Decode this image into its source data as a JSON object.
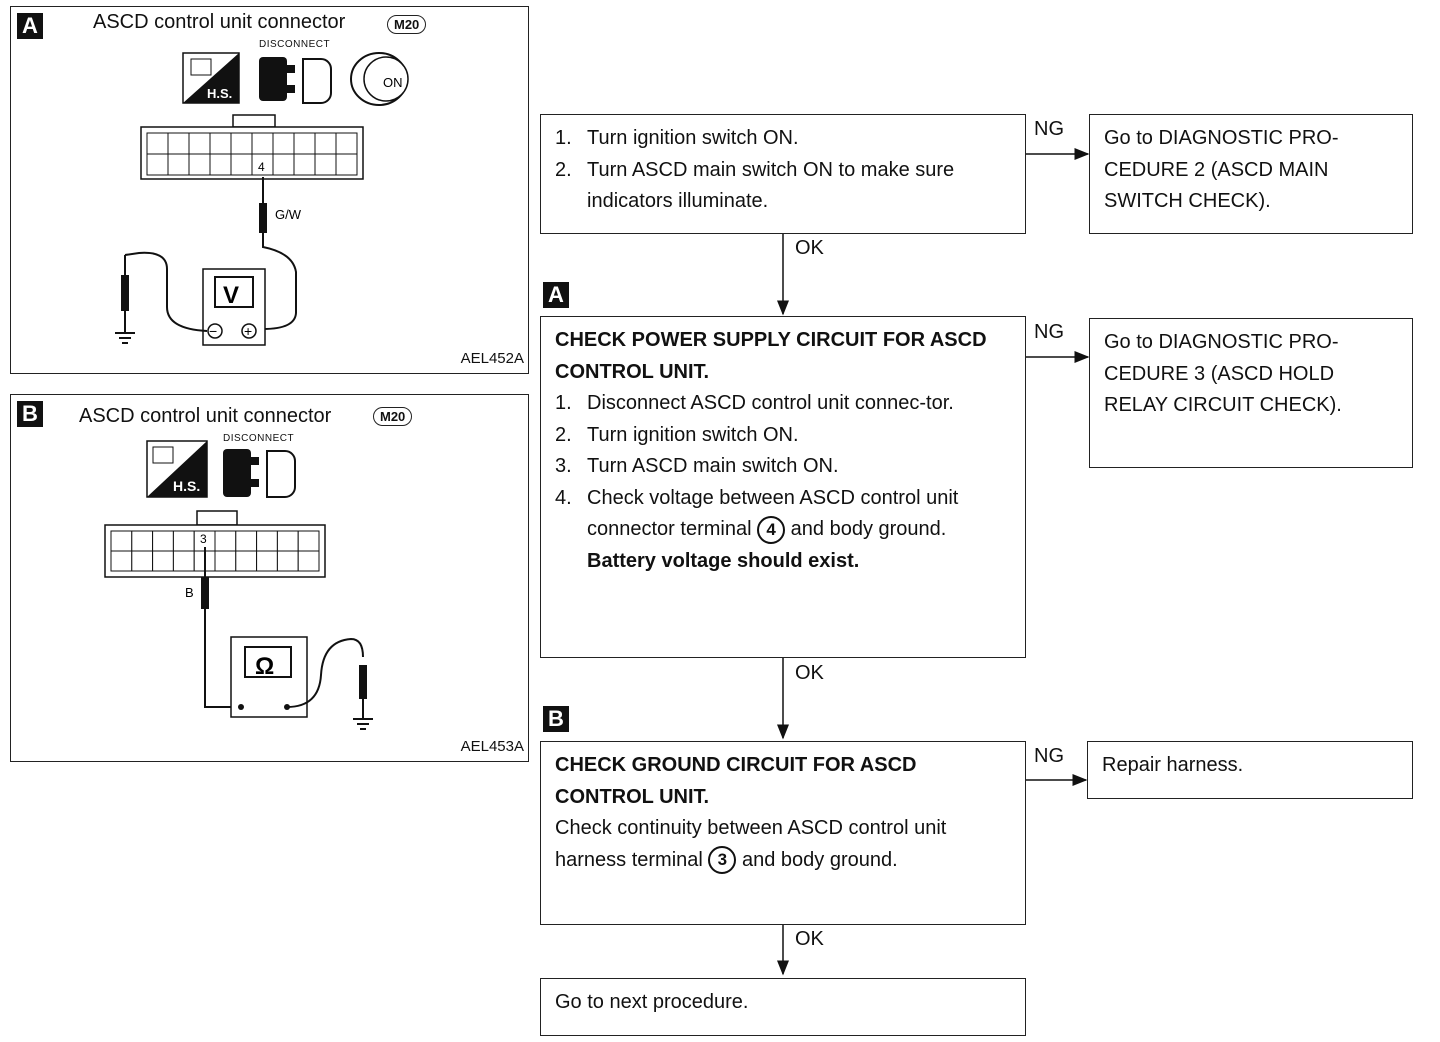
{
  "panel_a": {
    "tag": "A",
    "title": "ASCD control unit connector",
    "connector_id": "M20",
    "disconnect_label": "DISCONNECT",
    "hs_label": "H.S.",
    "key_label": "ON",
    "terminal": "4",
    "wire_color": "G/W",
    "meter": "V",
    "minus": "−",
    "plus": "+",
    "code": "AEL452A"
  },
  "panel_b": {
    "tag": "B",
    "title": "ASCD control unit connector",
    "connector_id": "M20",
    "disconnect_label": "DISCONNECT",
    "hs_label": "H.S.",
    "terminal": "3",
    "wire_color": "B",
    "meter": "Ω",
    "code": "AEL453A"
  },
  "flow": {
    "step1": {
      "items": [
        {
          "n": "1.",
          "t": "Turn ignition switch ON."
        },
        {
          "n": "2.",
          "t": "Turn ASCD main switch ON to make sure indicators illuminate."
        }
      ],
      "ng_target": "Go to DIAGNOSTIC PRO-CEDURE 2 (ASCD MAIN SWITCH CHECK)."
    },
    "step2": {
      "tag": "A",
      "heading": "CHECK POWER SUPPLY CIRCUIT FOR ASCD CONTROL UNIT.",
      "item1": "Disconnect ASCD control unit connec-tor.",
      "item2": "Turn ignition switch ON.",
      "item3": "Turn ASCD main switch ON.",
      "item4_pre": "Check voltage between ASCD control unit connector terminal",
      "item4_term": "4",
      "item4_post": "and body ground.",
      "result": "Battery voltage should exist.",
      "ng_target": "Go to DIAGNOSTIC PRO-CEDURE 3 (ASCD HOLD RELAY CIRCUIT CHECK)."
    },
    "step3": {
      "tag": "B",
      "heading": "CHECK GROUND CIRCUIT FOR ASCD CONTROL UNIT.",
      "body_pre": "Check continuity between ASCD control unit harness terminal",
      "body_term": "3",
      "body_post": "and body ground.",
      "ng_target": "Repair harness."
    },
    "final": "Go to next procedure.",
    "ok_label": "OK",
    "ng_label": "NG"
  }
}
